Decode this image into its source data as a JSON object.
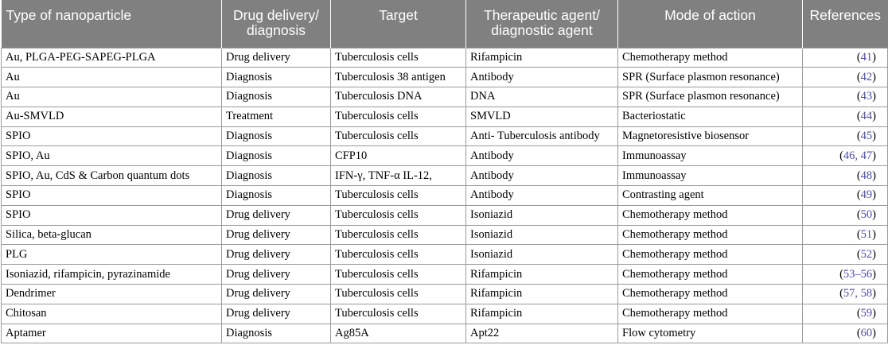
{
  "table": {
    "headers": [
      "Type of nanoparticle",
      "Drug delivery/ diagnosis",
      "Target",
      "Therapeutic agent/ diagnostic agent",
      "Mode of action",
      "References"
    ],
    "rows": [
      {
        "type": "Au, PLGA-PEG-SAPEG-PLGA",
        "use": "Drug delivery",
        "target": "Tuberculosis cells",
        "agent": "Rifampicin",
        "mode": "Chemotherapy method",
        "refs": "41"
      },
      {
        "type": "Au",
        "use": "Diagnosis",
        "target": "Tuberculosis 38 antigen",
        "agent": "Antibody",
        "mode": "SPR (Surface plasmon resonance)",
        "refs": "42"
      },
      {
        "type": "Au",
        "use": "Diagnosis",
        "target": "Tuberculosis DNA",
        "agent": "DNA",
        "mode": "SPR (Surface plasmon resonance)",
        "refs": "43"
      },
      {
        "type": "Au-SMVLD",
        "use": "Treatment",
        "target": "Tuberculosis cells",
        "agent": "SMVLD",
        "mode": "Bacteriostatic",
        "refs": "44"
      },
      {
        "type": "SPIO",
        "use": "Diagnosis",
        "target": "Tuberculosis cells",
        "agent": "Anti- Tuberculosis antibody",
        "mode": "Magnetoresistive biosensor",
        "refs": "45"
      },
      {
        "type": "SPIO, Au",
        "use": "Diagnosis",
        "target": "CFP10",
        "agent": "Antibody",
        "mode": "Immunoassay",
        "refs": "46, 47"
      },
      {
        "type": "SPIO, Au, CdS & Carbon quantum dots",
        "use": "Diagnosis",
        "target": "IFN-γ, TNF-α IL-12,",
        "agent": "Antibody",
        "mode": "Immunoassay",
        "refs": "48"
      },
      {
        "type": "SPIO",
        "use": "Diagnosis",
        "target": "Tuberculosis cells",
        "agent": "Antibody",
        "mode": "Contrasting agent",
        "refs": "49"
      },
      {
        "type": "SPIO",
        "use": "Drug delivery",
        "target": "Tuberculosis cells",
        "agent": "Isoniazid",
        "mode": "Chemotherapy method",
        "refs": "50"
      },
      {
        "type": "Silica, beta-glucan",
        "use": "Drug delivery",
        "target": "Tuberculosis cells",
        "agent": "Isoniazid",
        "mode": "Chemotherapy method",
        "refs": "51"
      },
      {
        "type": "PLG",
        "use": "Drug delivery",
        "target": "Tuberculosis cells",
        "agent": "Isoniazid",
        "mode": "Chemotherapy method",
        "refs": "52"
      },
      {
        "type": "Isoniazid, rifampicin, pyrazinamide",
        "use": "Drug delivery",
        "target": "Tuberculosis cells",
        "agent": "Rifampicin",
        "mode": "Chemotherapy method",
        "refs": "53–56"
      },
      {
        "type": "Dendrimer",
        "use": "Drug delivery",
        "target": "Tuberculosis cells",
        "agent": "Rifampicin",
        "mode": "Chemotherapy method",
        "refs": "57, 58"
      },
      {
        "type": "Chitosan",
        "use": "Drug delivery",
        "target": "Tuberculosis cells",
        "agent": "Rifampicin",
        "mode": "Chemotherapy method",
        "refs": "59"
      },
      {
        "type": "Aptamer",
        "use": "Diagnosis",
        "target": "Ag85A",
        "agent": "Apt22",
        "mode": "Flow cytometry",
        "refs": "60"
      }
    ]
  }
}
